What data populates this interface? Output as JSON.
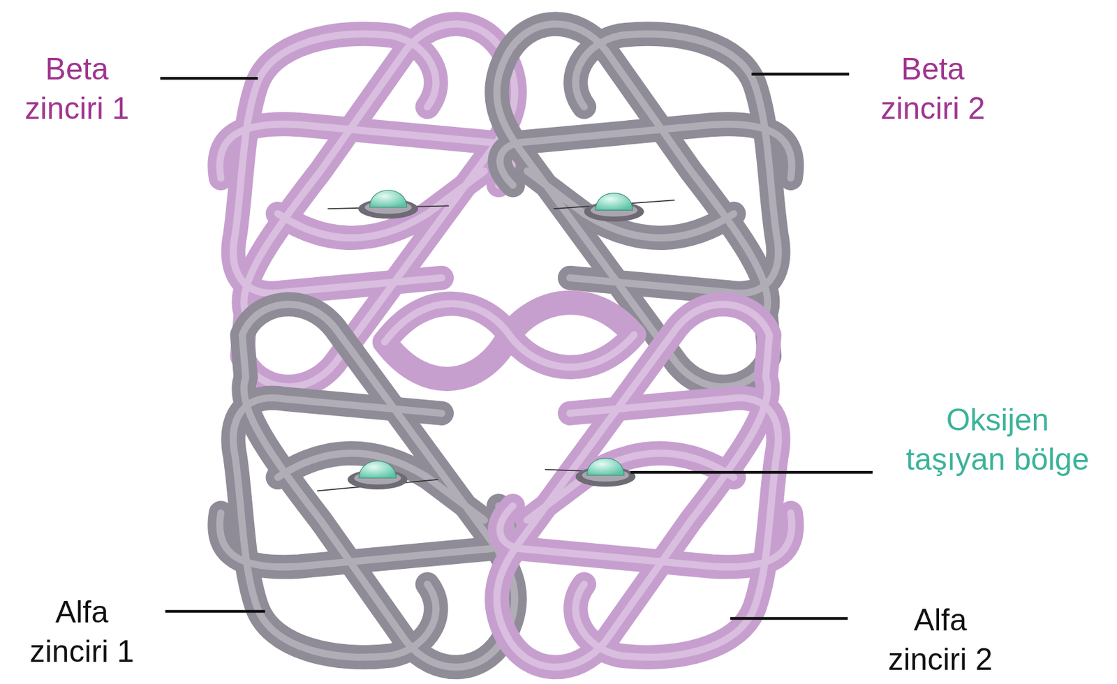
{
  "diagram": {
    "labels": [
      "Beta zinciri 1",
      "Beta zinciri 2",
      "Oksijen taşıyan bölge",
      "Alfa zinciri 1",
      "Alfa zinciri 2"
    ]
  }
}
